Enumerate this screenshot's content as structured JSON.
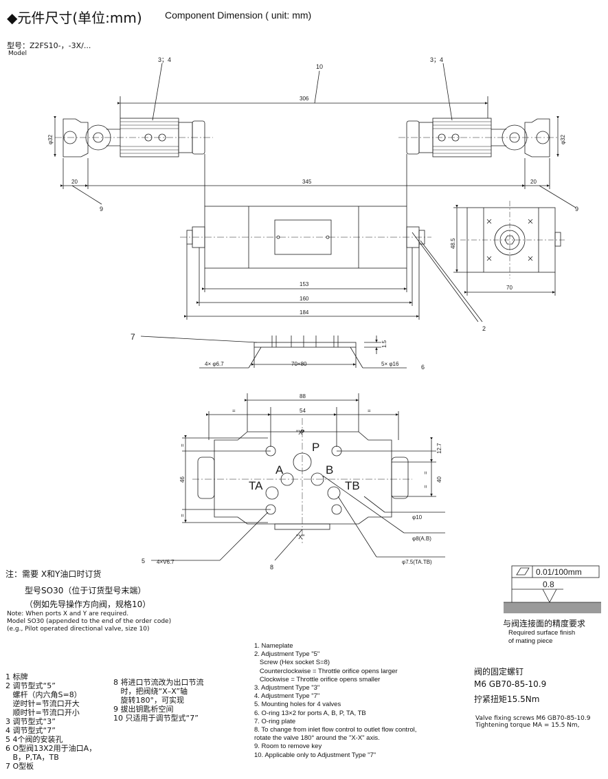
{
  "header": {
    "title_cn": "◆元件尺寸(单位:mm)",
    "title_en": "Component Dimension ( unit: mm)"
  },
  "model": {
    "label_cn": "型号：Z2FS10-，-3X/...",
    "label_en": "Model"
  },
  "dimensions": {
    "d306": "306",
    "d345": "345",
    "d20a": "20",
    "d20b": "20",
    "d153": "153",
    "d160": "160",
    "d184": "184",
    "d48_5": "48.5",
    "d70": "70",
    "d32a": "φ32",
    "d32b": "φ32",
    "d1_5": "1.5",
    "d4x6_7": "4× φ6.7",
    "d70x80": "70×80",
    "d5x16": "5× φ16",
    "d88": "88",
    "d54": "54",
    "d12_7": "12.7",
    "d46": "46",
    "d40": "40",
    "d10": "φ10",
    "d8ab": "φ8(A.B)",
    "d7_5": "φ7.5(TA.TB)",
    "d4xv6_7": "4×V6.7",
    "deq1": "=",
    "deq2": "=",
    "deq3": "=",
    "deq4": "=",
    "deq5": "=",
    "deq6": "="
  },
  "callouts": {
    "c10": "10",
    "c3_4a": "3；4",
    "c3_4b": "3；4",
    "c9a": "9",
    "c9b": "9",
    "c2": "2",
    "c7": "7",
    "c6": "6",
    "c5": "5",
    "c8": "8"
  },
  "ports": {
    "X_top": "\"X\"",
    "X_bot": "\"X\"",
    "P": "P",
    "A": "A",
    "B": "B",
    "TA": "TA",
    "TB": "TB"
  },
  "surface": {
    "flatness": "0.01/100mm",
    "roughness": "0.8",
    "caption_cn": "与阀连接面的精度要求",
    "caption_en1": "Required surface finish",
    "caption_en2": "of mating piece"
  },
  "note": {
    "cn1": "注：需要 X和Y油口时订货",
    "cn2": "型号SO30（位于订货型号末端）",
    "cn3": "（例如先导操作方向阀，规格10）",
    "en1": "Note: When ports X and Y are required.",
    "en2": "Model SO30 (appended to the end of the order code)",
    "en3": "(e.g., Pilot operated directional valve, size 10)"
  },
  "legend_cn_col1": [
    "1 标牌",
    "2 调节型式“5”",
    "   螺杆（内六角S=8）",
    "   逆时针=节流口开大",
    "   顺时针=节流口开小",
    "3 调节型式“3”",
    "4 调节型式“7”",
    "5 4个阀的安装孔",
    "6 O型阀13X2用于油口A，",
    "   B，P,TA，TB",
    "7 O型板"
  ],
  "legend_cn_col2": [
    "8 将进口节流改为出口节流",
    "   时，把阀绕“X–X”轴",
    "   旋转180°，可实现",
    "9 拔出钥匙析空间",
    "10 只适用于调节型式“7”"
  ],
  "legend_en": [
    "1. Nameplate",
    "2. Adjustment Type \"5\"",
    "   Screw (Hex socket S=8)",
    "   Counterclockwise = Throttle orifice opens larger",
    "   Clockwise = Throttle orifice opens smaller",
    "3. Adjustment Type \"3\"",
    "4. Adjustment Type \"7\"",
    "5. Mounting holes for 4 valves",
    "6. O-ring 13×2 for ports A, B, P, TA, TB",
    "7. O-ring plate",
    "8. To change from inlet flow control to outlet flow control,",
    "rotate the valve 180° around the \"X-X\" axis.",
    "9. Room to remove key",
    "10. Applicable only to Adjustment Type \"7\""
  ],
  "screws": {
    "cn1": "阀的固定螺钉",
    "cn2": "M6 GB70-85-10.9",
    "cn3": "拧紧扭矩15.5Nm",
    "en1": "Valve fixing screws M6 GB70-85-10.9",
    "en2": "Tightening torque MA = 15.5 Nm,"
  },
  "colors": {
    "line": "#1a1a1a",
    "hatch": "#9a9a9a",
    "bg": "#ffffff"
  }
}
